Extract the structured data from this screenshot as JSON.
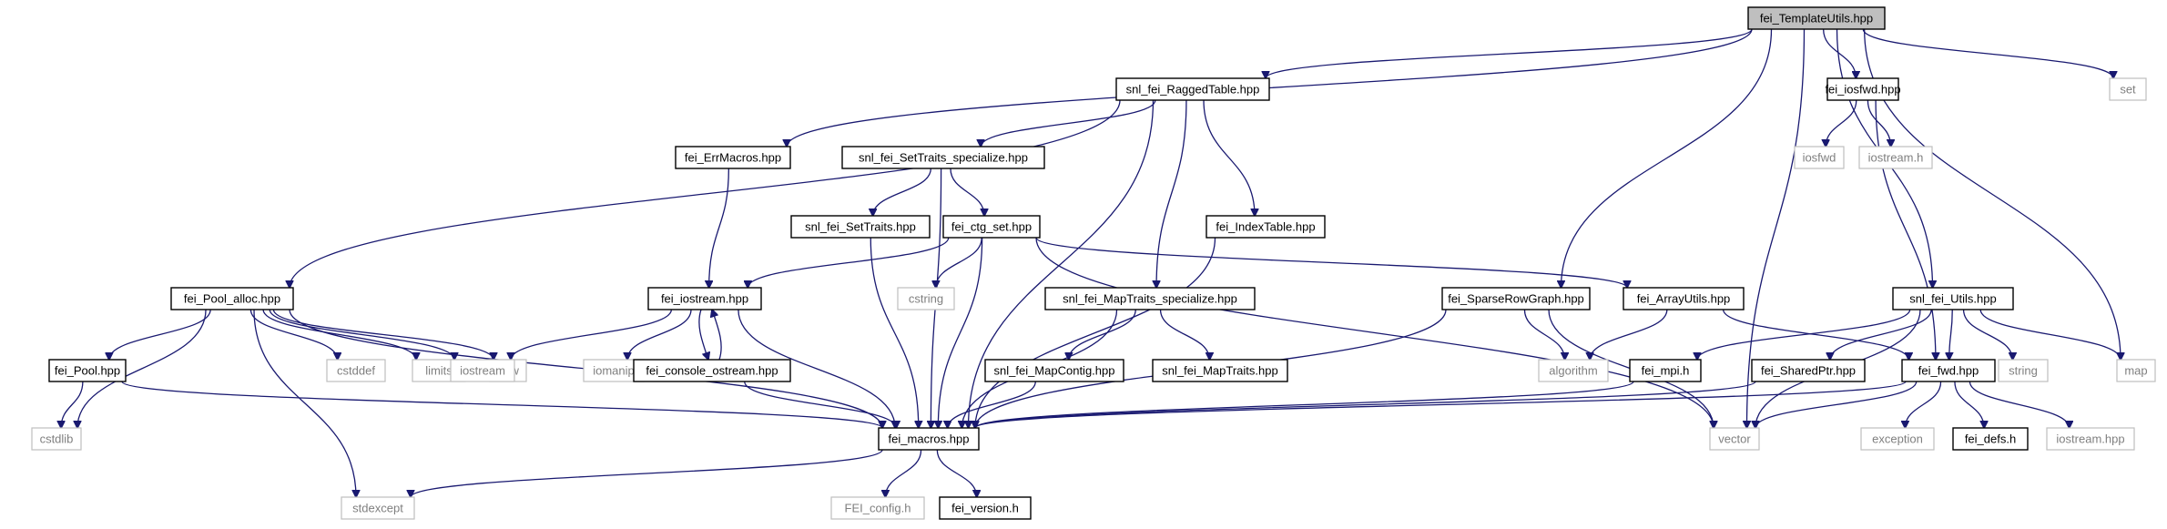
{
  "nodes": [
    {
      "id": "root",
      "label": "fei_TemplateUtils.hpp",
      "kind": "root"
    },
    {
      "id": "ragged",
      "label": "snl_fei_RaggedTable.hpp",
      "kind": "file"
    },
    {
      "id": "iosfwd_hpp",
      "label": "fei_iosfwd.hpp",
      "kind": "file"
    },
    {
      "id": "set",
      "label": "set",
      "kind": "system"
    },
    {
      "id": "errmacros",
      "label": "fei_ErrMacros.hpp",
      "kind": "file"
    },
    {
      "id": "settraits_spec",
      "label": "snl_fei_SetTraits_specialize.hpp",
      "kind": "file"
    },
    {
      "id": "iosfwd",
      "label": "iosfwd",
      "kind": "system"
    },
    {
      "id": "iostream_h",
      "label": "iostream.h",
      "kind": "system"
    },
    {
      "id": "settraits",
      "label": "snl_fei_SetTraits.hpp",
      "kind": "file"
    },
    {
      "id": "ctg_set",
      "label": "fei_ctg_set.hpp",
      "kind": "file"
    },
    {
      "id": "indextable",
      "label": "fei_IndexTable.hpp",
      "kind": "file"
    },
    {
      "id": "pool_alloc",
      "label": "fei_Pool_alloc.hpp",
      "kind": "file"
    },
    {
      "id": "fei_iostream",
      "label": "fei_iostream.hpp",
      "kind": "file"
    },
    {
      "id": "cstring",
      "label": "cstring",
      "kind": "system"
    },
    {
      "id": "maptraits_spec",
      "label": "snl_fei_MapTraits_specialize.hpp",
      "kind": "file"
    },
    {
      "id": "sparserow",
      "label": "fei_SparseRowGraph.hpp",
      "kind": "file"
    },
    {
      "id": "arrayutils",
      "label": "fei_ArrayUtils.hpp",
      "kind": "file"
    },
    {
      "id": "utils",
      "label": "snl_fei_Utils.hpp",
      "kind": "file"
    },
    {
      "id": "pool",
      "label": "fei_Pool.hpp",
      "kind": "file"
    },
    {
      "id": "cstddef",
      "label": "cstddef",
      "kind": "system"
    },
    {
      "id": "limits",
      "label": "limits",
      "kind": "system"
    },
    {
      "id": "new",
      "label": "new",
      "kind": "system"
    },
    {
      "id": "iostream",
      "label": "iostream",
      "kind": "system"
    },
    {
      "id": "iomanip",
      "label": "iomanip",
      "kind": "system"
    },
    {
      "id": "console_ostream",
      "label": "fei_console_ostream.hpp",
      "kind": "file"
    },
    {
      "id": "mapcontig",
      "label": "snl_fei_MapContig.hpp",
      "kind": "file"
    },
    {
      "id": "maptraits",
      "label": "snl_fei_MapTraits.hpp",
      "kind": "file"
    },
    {
      "id": "algorithm",
      "label": "algorithm",
      "kind": "system"
    },
    {
      "id": "mpi",
      "label": "fei_mpi.h",
      "kind": "file"
    },
    {
      "id": "sharedptr",
      "label": "fei_SharedPtr.hpp",
      "kind": "file"
    },
    {
      "id": "fwd",
      "label": "fei_fwd.hpp",
      "kind": "file"
    },
    {
      "id": "string",
      "label": "string",
      "kind": "system"
    },
    {
      "id": "map",
      "label": "map",
      "kind": "system"
    },
    {
      "id": "cstdlib",
      "label": "cstdlib",
      "kind": "system"
    },
    {
      "id": "macros",
      "label": "fei_macros.hpp",
      "kind": "file"
    },
    {
      "id": "vector",
      "label": "vector",
      "kind": "system"
    },
    {
      "id": "exception",
      "label": "exception",
      "kind": "system"
    },
    {
      "id": "defs",
      "label": "fei_defs.h",
      "kind": "file"
    },
    {
      "id": "iostream_hpp",
      "label": "iostream.hpp",
      "kind": "system"
    },
    {
      "id": "fei_config",
      "label": "FEI_config.h",
      "kind": "system"
    },
    {
      "id": "fei_version",
      "label": "fei_version.h",
      "kind": "file"
    },
    {
      "id": "stdexcept",
      "label": "stdexcept",
      "kind": "system"
    }
  ],
  "edges": [
    [
      "root",
      "ragged"
    ],
    [
      "root",
      "iosfwd_hpp"
    ],
    [
      "root",
      "set"
    ],
    [
      "root",
      "errmacros"
    ],
    [
      "root",
      "sparserow"
    ],
    [
      "root",
      "vector"
    ],
    [
      "root",
      "utils"
    ],
    [
      "root",
      "map"
    ],
    [
      "ragged",
      "settraits_spec"
    ],
    [
      "ragged",
      "indextable"
    ],
    [
      "ragged",
      "maptraits_spec"
    ],
    [
      "ragged",
      "pool_alloc"
    ],
    [
      "ragged",
      "macros"
    ],
    [
      "iosfwd_hpp",
      "iosfwd"
    ],
    [
      "iosfwd_hpp",
      "iostream_h"
    ],
    [
      "iosfwd_hpp",
      "fwd"
    ],
    [
      "errmacros",
      "fei_iostream"
    ],
    [
      "settraits_spec",
      "settraits"
    ],
    [
      "settraits_spec",
      "ctg_set"
    ],
    [
      "settraits_spec",
      "macros"
    ],
    [
      "settraits",
      "macros"
    ],
    [
      "ctg_set",
      "cstring"
    ],
    [
      "ctg_set",
      "fei_iostream"
    ],
    [
      "ctg_set",
      "arrayutils"
    ],
    [
      "ctg_set",
      "macros"
    ],
    [
      "ctg_set",
      "vector"
    ],
    [
      "indextable",
      "macros"
    ],
    [
      "pool_alloc",
      "pool"
    ],
    [
      "pool_alloc",
      "cstddef"
    ],
    [
      "pool_alloc",
      "limits"
    ],
    [
      "pool_alloc",
      "new"
    ],
    [
      "pool_alloc",
      "iostream"
    ],
    [
      "pool_alloc",
      "cstdlib"
    ],
    [
      "pool_alloc",
      "stdexcept"
    ],
    [
      "pool_alloc",
      "macros"
    ],
    [
      "fei_iostream",
      "iostream"
    ],
    [
      "fei_iostream",
      "iomanip"
    ],
    [
      "fei_iostream",
      "console_ostream"
    ],
    [
      "fei_iostream",
      "macros"
    ],
    [
      "console_ostream",
      "fei_iostream"
    ],
    [
      "console_ostream",
      "macros"
    ],
    [
      "maptraits_spec",
      "mapcontig"
    ],
    [
      "maptraits_spec",
      "maptraits"
    ],
    [
      "maptraits_spec",
      "macros"
    ],
    [
      "mapcontig",
      "macros"
    ],
    [
      "sparserow",
      "algorithm"
    ],
    [
      "sparserow",
      "vector"
    ],
    [
      "sparserow",
      "macros"
    ],
    [
      "arrayutils",
      "algorithm"
    ],
    [
      "arrayutils",
      "fwd"
    ],
    [
      "utils",
      "mpi"
    ],
    [
      "utils",
      "sharedptr"
    ],
    [
      "utils",
      "fwd"
    ],
    [
      "utils",
      "string"
    ],
    [
      "utils",
      "map"
    ],
    [
      "utils",
      "vector"
    ],
    [
      "mpi",
      "macros"
    ],
    [
      "sharedptr",
      "macros"
    ],
    [
      "fwd",
      "macros"
    ],
    [
      "fwd",
      "vector"
    ],
    [
      "fwd",
      "exception"
    ],
    [
      "fwd",
      "defs"
    ],
    [
      "fwd",
      "iostream_hpp"
    ],
    [
      "pool",
      "cstdlib"
    ],
    [
      "pool",
      "macros"
    ],
    [
      "macros",
      "fei_config"
    ],
    [
      "macros",
      "fei_version"
    ],
    [
      "macros",
      "stdexcept"
    ]
  ],
  "colors": {
    "edge": "#191970",
    "root_fill": "#bfbfbf",
    "system_border": "#bfbfbf",
    "system_text": "#7f7f7f"
  }
}
